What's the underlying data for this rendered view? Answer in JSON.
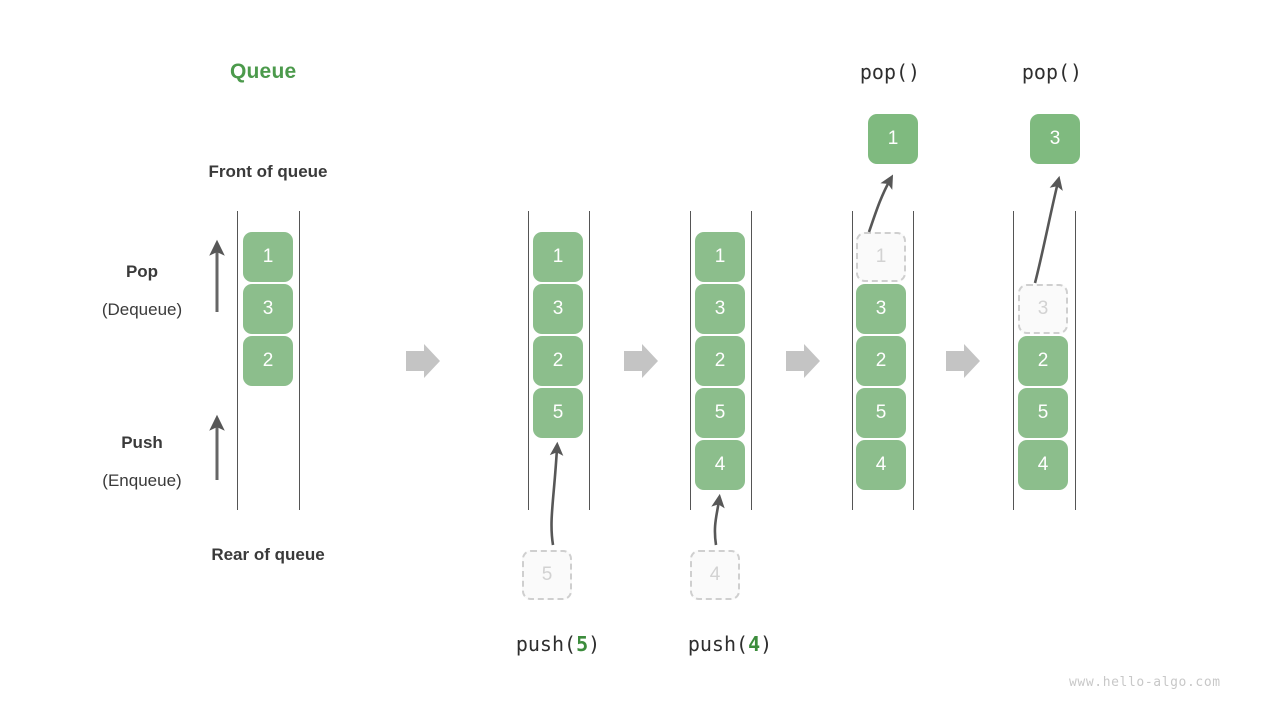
{
  "title": "Queue",
  "accent_color": "#4C9A4C",
  "element_color": "#8CBE8C",
  "annotations": {
    "front_of_queue": "Front of queue",
    "rear_of_queue": "Rear of queue",
    "pop_label": "Pop",
    "pop_sublabel": "(Dequeue)",
    "push_label": "Push",
    "push_sublabel": "(Enqueue)"
  },
  "watermark": "www.hello-algo.com",
  "columns": [
    {
      "id": "initial",
      "caption": "",
      "caption_prefix": "",
      "caption_arg": "",
      "caption_suffix": "",
      "cells": [
        {
          "value": "1",
          "state": "filled"
        },
        {
          "value": "3",
          "state": "filled"
        },
        {
          "value": "2",
          "state": "filled"
        }
      ],
      "incoming": null,
      "outgoing": null
    },
    {
      "id": "push-5",
      "caption": "push(5)",
      "caption_prefix": "push(",
      "caption_arg": "5",
      "caption_suffix": ")",
      "cells": [
        {
          "value": "1",
          "state": "filled"
        },
        {
          "value": "3",
          "state": "filled"
        },
        {
          "value": "2",
          "state": "filled"
        },
        {
          "value": "5",
          "state": "filled"
        }
      ],
      "incoming": {
        "value": "5",
        "state": "ghost"
      },
      "outgoing": null
    },
    {
      "id": "push-4",
      "caption": "push(4)",
      "caption_prefix": "push(",
      "caption_arg": "4",
      "caption_suffix": ")",
      "cells": [
        {
          "value": "1",
          "state": "filled"
        },
        {
          "value": "3",
          "state": "filled"
        },
        {
          "value": "2",
          "state": "filled"
        },
        {
          "value": "5",
          "state": "filled"
        },
        {
          "value": "4",
          "state": "filled"
        }
      ],
      "incoming": {
        "value": "4",
        "state": "ghost"
      },
      "outgoing": null
    },
    {
      "id": "pop-1",
      "caption": "pop()",
      "caption_prefix": "pop()",
      "caption_arg": "",
      "caption_suffix": "",
      "cells": [
        {
          "value": "1",
          "state": "ghost"
        },
        {
          "value": "3",
          "state": "filled"
        },
        {
          "value": "2",
          "state": "filled"
        },
        {
          "value": "5",
          "state": "filled"
        },
        {
          "value": "4",
          "state": "filled"
        }
      ],
      "incoming": null,
      "outgoing": {
        "value": "1",
        "state": "popped"
      }
    },
    {
      "id": "pop-3",
      "caption": "pop()",
      "caption_prefix": "pop()",
      "caption_arg": "",
      "caption_suffix": "",
      "cells": [
        {
          "value": "",
          "state": "empty"
        },
        {
          "value": "3",
          "state": "ghost"
        },
        {
          "value": "2",
          "state": "filled"
        },
        {
          "value": "5",
          "state": "filled"
        },
        {
          "value": "4",
          "state": "filled"
        }
      ],
      "incoming": null,
      "outgoing": {
        "value": "3",
        "state": "popped"
      }
    }
  ]
}
